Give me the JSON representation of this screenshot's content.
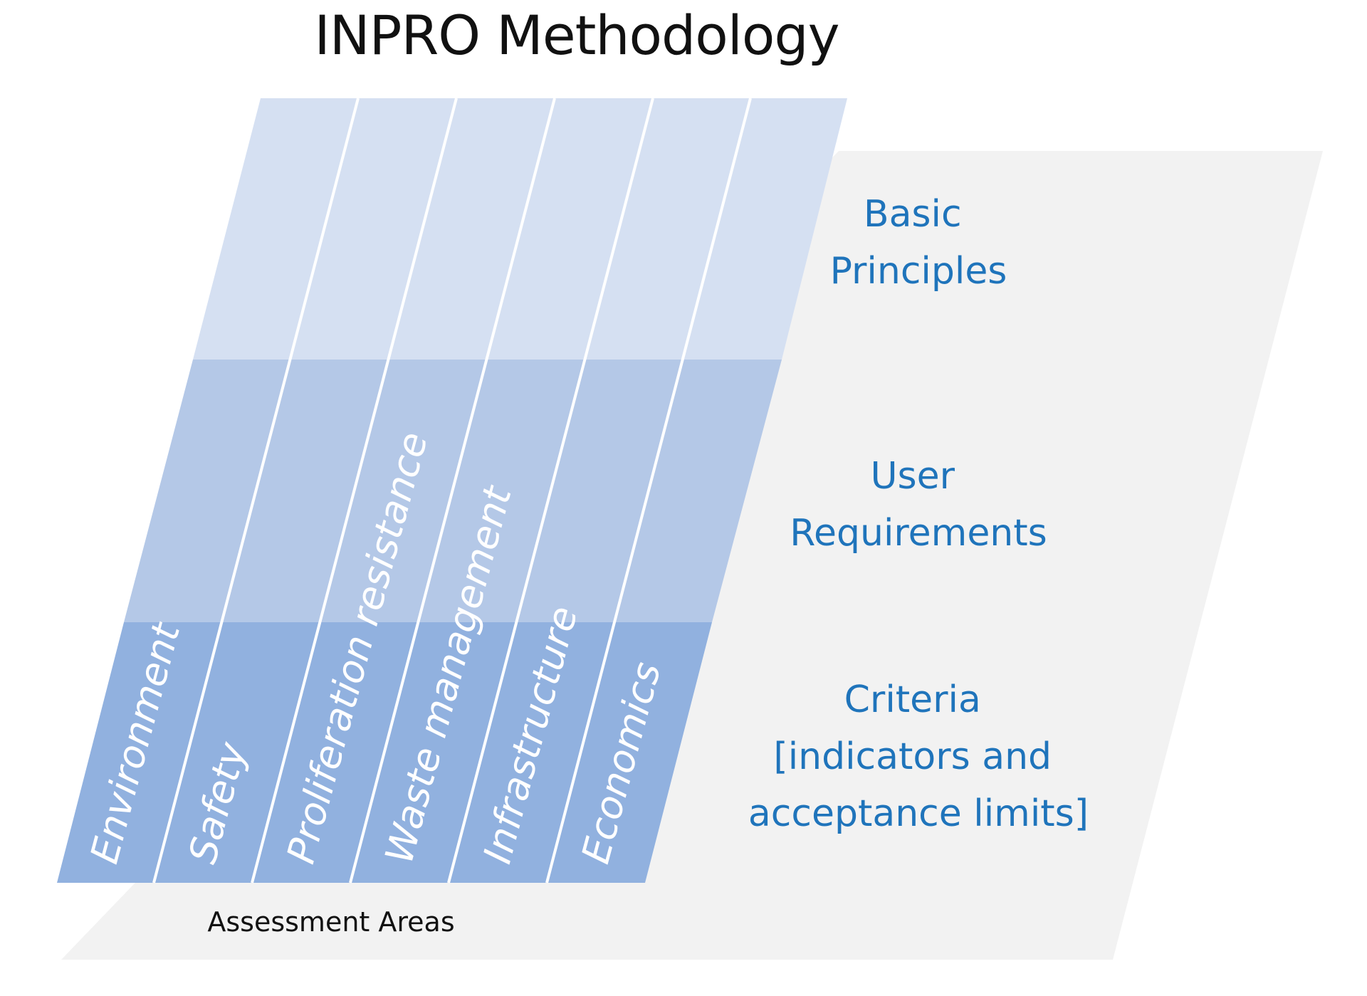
{
  "title": "INPRO Methodology",
  "levels": [
    {
      "lines": [
        "Basic",
        "Principles"
      ]
    },
    {
      "lines": [
        "User",
        "Requirements"
      ]
    },
    {
      "lines": [
        "Criteria",
        "[indicators and",
        "acceptance limits]"
      ]
    }
  ],
  "assessment_areas": [
    "Environment",
    "Safety",
    "Proliferation resistance",
    "Waste management",
    "Infrastructure",
    "Economics"
  ],
  "base_label": "Assessment Areas",
  "colors": {
    "background_plane": "#f2f2f2",
    "basic_principles_band": "#d5e0f2",
    "user_requirements_band": "#b4c8e7",
    "criteria_band": "#91b1df",
    "divider": "#ffffff",
    "level_text": "#1f74bb",
    "area_text": "#ffffff",
    "title_text": "#111111"
  }
}
